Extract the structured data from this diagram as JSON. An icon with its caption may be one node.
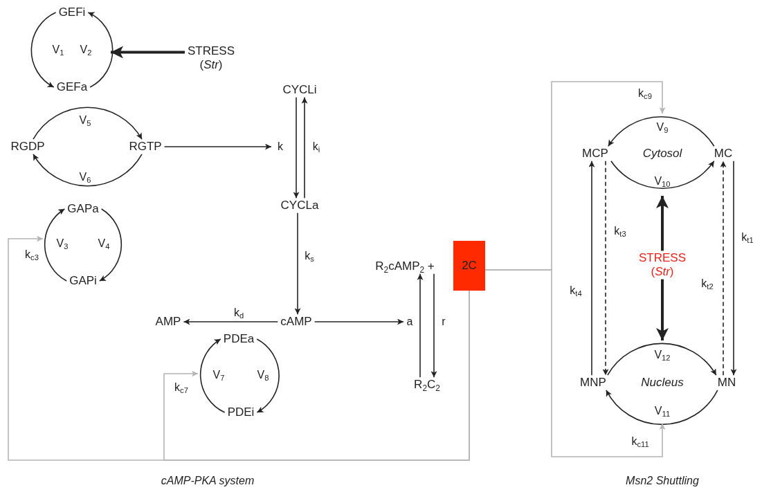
{
  "diagram": {
    "nodes": [
      {
        "text": [
          "GEFi"
        ]
      },
      {
        "text": [
          "GEFa"
        ]
      },
      {
        "text": [
          "STRESS",
          "(*Str*)"
        ]
      },
      {
        "text": [
          "RGDP"
        ]
      },
      {
        "text": [
          "RGTP"
        ]
      },
      {
        "text": [
          "CYCLi"
        ]
      },
      {
        "text": [
          "CYCLa"
        ]
      },
      {
        "text": [
          "GAPa"
        ]
      },
      {
        "text": [
          "GAPi"
        ]
      },
      {
        "text": [
          "AMP"
        ]
      },
      {
        "text": [
          "cAMP"
        ]
      },
      {
        "text": [
          "PDEa"
        ]
      },
      {
        "text": [
          "PDEi"
        ]
      },
      {
        "text": [
          "R$_{2}$cAMP$_{2}$ +"
        ]
      },
      {
        "text": [
          "2C"
        ]
      },
      {
        "text": [
          "R$_{2}$C$_{2}$"
        ]
      },
      {
        "text": [
          "MCP"
        ]
      },
      {
        "text": [
          "MC"
        ]
      },
      {
        "text": [
          "MNP"
        ]
      },
      {
        "text": [
          "MN"
        ]
      },
      {
        "text": [
          "STRESS",
          "(*Str*)"
        ]
      }
    ],
    "edges": [
      {
        "from": 0,
        "to": 1,
        "arrow": "to",
        "label": "V$_{1}$"
      },
      {
        "from": 1,
        "to": 0,
        "arrow": "to",
        "label": "V$_{2}$"
      },
      {
        "from": 2,
        "to": null,
        "arrow": "to",
        "style": "thick"
      },
      {
        "from": 3,
        "to": 4,
        "arrow": "to",
        "label": "V$_{5}$"
      },
      {
        "from": 4,
        "to": 3,
        "arrow": "to",
        "label": "V$_{6}$"
      },
      {
        "from": 4,
        "to": null,
        "arrow": "to"
      },
      {
        "from": 5,
        "to": 6,
        "arrow": "to",
        "label": "k"
      },
      {
        "from": 6,
        "to": 5,
        "arrow": "to",
        "label": "k$_{i}$"
      },
      {
        "from": 6,
        "to": 10,
        "arrow": "to",
        "label": "k$_{s}$"
      },
      {
        "from": 10,
        "to": 9,
        "arrow": "to",
        "label": "k$_{d}$"
      },
      {
        "from": 10,
        "to": null,
        "arrow": "to"
      },
      {
        "from": 15,
        "to": 13,
        "arrow": "to",
        "label": "a"
      },
      {
        "from": 13,
        "to": 15,
        "arrow": "to",
        "label": "r"
      },
      {
        "from": 8,
        "to": 7,
        "arrow": "to",
        "label": "V$_{3}$"
      },
      {
        "from": 7,
        "to": 8,
        "arrow": "to",
        "label": "V$_{4}$"
      },
      {
        "from": 12,
        "to": 11,
        "arrow": "to",
        "label": "V$_{7}$"
      },
      {
        "from": 11,
        "to": 12,
        "arrow": "to",
        "label": "V$_{8}$"
      },
      {
        "from": 17,
        "to": 16,
        "arrow": "to",
        "label": "V$_{9}$"
      },
      {
        "from": 16,
        "to": 17,
        "arrow": "to",
        "label": "V$_{10}$"
      },
      {
        "from": 18,
        "to": 19,
        "arrow": "to",
        "label": "V$_{12}$"
      },
      {
        "from": 19,
        "to": 18,
        "arrow": "to",
        "label": "V$_{11}$"
      },
      {
        "from": 17,
        "to": 19,
        "arrow": "to",
        "label": "k$_{t1}$"
      },
      {
        "from": 19,
        "to": 17,
        "arrow": "to",
        "label": "k$_{t2}$",
        "style": "dashed"
      },
      {
        "from": 16,
        "to": 18,
        "arrow": "to",
        "label": "k$_{t3}$",
        "style": "dashed"
      },
      {
        "from": 18,
        "to": 16,
        "arrow": "to",
        "label": "k$_{t4}$"
      },
      {
        "from": 20,
        "to": null,
        "arrow": "to",
        "style": "thick"
      },
      {
        "from": 20,
        "to": null,
        "arrow": "to",
        "style": "thick"
      },
      {
        "from": 14,
        "to": null,
        "arrow": "to",
        "label": "k$_{c3}$",
        "color": "#b4b4b4"
      },
      {
        "from": 14,
        "to": null,
        "arrow": "to",
        "label": "k$_{c7}$",
        "color": "#b4b4b4"
      },
      {
        "from": 14,
        "to": null,
        "arrow": "to",
        "label": "k$_{c9}$",
        "color": "#b4b4b4"
      },
      {
        "from": 14,
        "to": null,
        "arrow": "to",
        "label": "k$_{c11}$",
        "color": "#b4b4b4"
      }
    ],
    "labels": [
      "Cytosol",
      "Nucleus",
      "cAMP-PKA system",
      "Msn2 Shuttling"
    ]
  }
}
